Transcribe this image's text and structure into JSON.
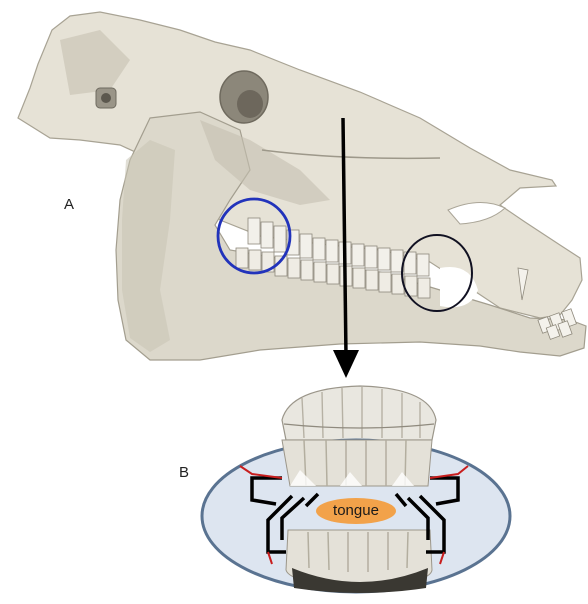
{
  "labels": {
    "panel_a": "A",
    "panel_b": "B",
    "tongue": "tongue"
  },
  "colors": {
    "bone": "#e6e2d6",
    "bone_shadow": "#b9b4a5",
    "tooth": "#f2f0ea",
    "circle_caudal": "#2233bb",
    "circle_rostral": "#111122",
    "arrow": "#000000",
    "oval_fill": "#dde5f0",
    "oval_stroke": "#5a7391",
    "tongue_fill": "#f2a24a",
    "edge_red": "#c81e1e"
  }
}
